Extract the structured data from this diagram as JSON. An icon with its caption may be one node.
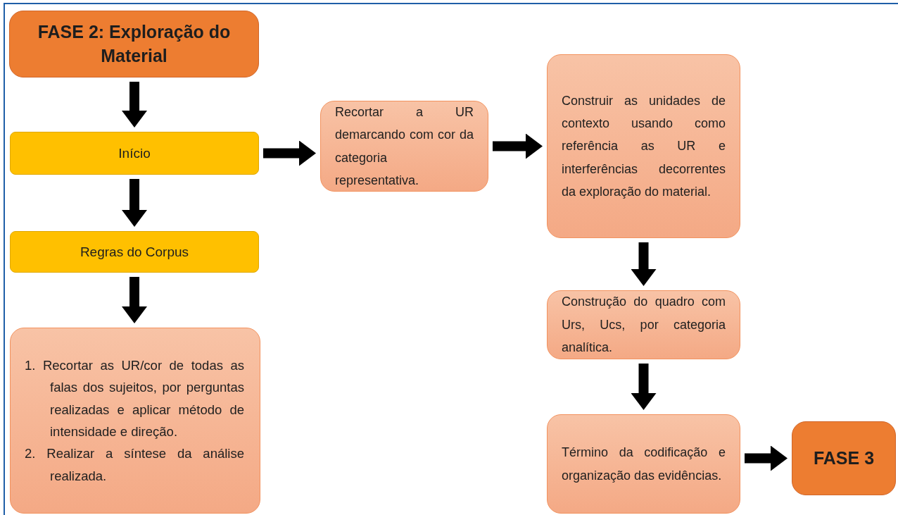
{
  "diagram": {
    "nodes": [
      {
        "text": [
          "FASE 2: Exploração do Material"
        ]
      },
      {
        "text": [
          "Início"
        ]
      },
      {
        "text": [
          "Regras do Corpus"
        ]
      },
      {
        "text": [
          "1. Recortar as UR/cor de todas as falas dos sujeitos, por perguntas realizadas e aplicar método de intensidade e direção.",
          "2. Realizar a síntese da análise realizada."
        ]
      },
      {
        "text": [
          "Recortar a UR demarcando com cor da categoria representativa."
        ]
      },
      {
        "text": [
          "Construir as unidades de contexto usando como referência as UR e interferências decorrentes da exploração do material."
        ]
      },
      {
        "text": [
          "Construção do quadro com Urs, Ucs, por categoria analítica."
        ]
      },
      {
        "text": [
          "Término da codificação e organização das evidências."
        ]
      },
      {
        "text": [
          "FASE 3"
        ]
      }
    ],
    "edges": [
      {
        "from": 0,
        "to": 1,
        "arrow": "to"
      },
      {
        "from": 1,
        "to": 2,
        "arrow": "to"
      },
      {
        "from": 2,
        "to": 3,
        "arrow": "to"
      },
      {
        "from": 1,
        "to": 4,
        "arrow": "to"
      },
      {
        "from": 4,
        "to": 5,
        "arrow": "to"
      },
      {
        "from": 5,
        "to": 6,
        "arrow": "to"
      },
      {
        "from": 6,
        "to": 7,
        "arrow": "to"
      },
      {
        "from": 7,
        "to": 8,
        "arrow": "to"
      }
    ]
  }
}
